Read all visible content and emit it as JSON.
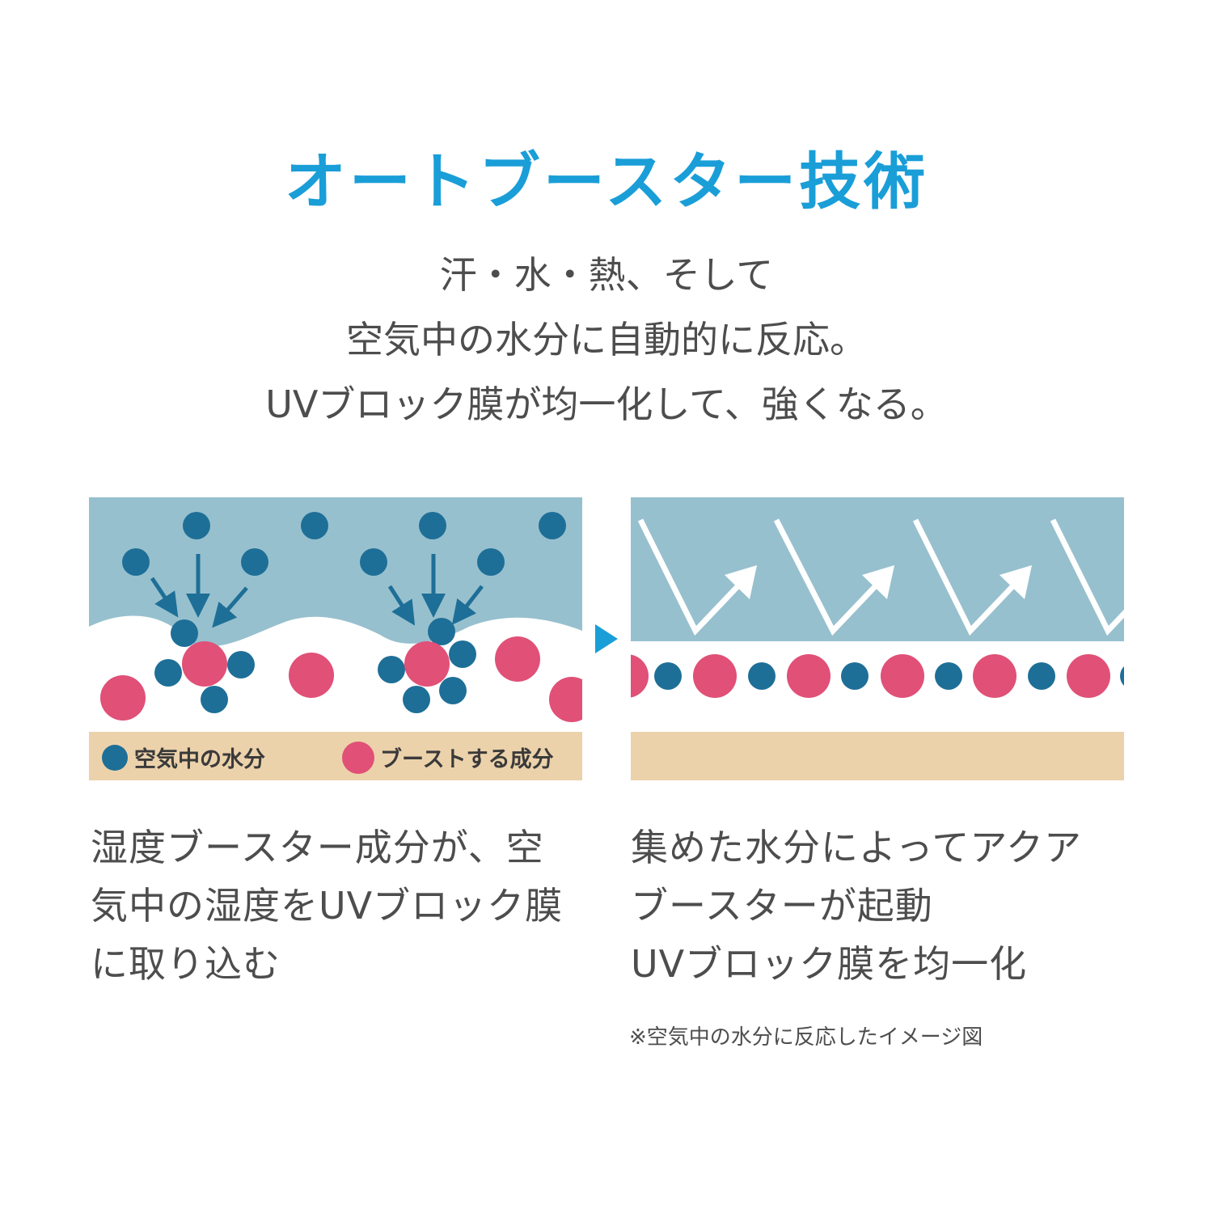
{
  "title": "オートブースター技術",
  "lead": [
    "汗・水・熱、そして",
    "空気中の水分に自動的に反応。",
    "UVブロック膜が均一化して、強くなる。"
  ],
  "legend": {
    "water": "空気中の水分",
    "boost": "ブーストする成分"
  },
  "colors": {
    "title": "#1a9ed8",
    "sky": "#97c0ce",
    "water_dot": "#1e6f97",
    "boost_dot": "#e05077",
    "skin": "#ecd2ab",
    "arrow_step": "#1a9ed8"
  },
  "captions": {
    "left": [
      "湿度ブースター成分が、空",
      "気中の湿度をUVブロック膜",
      "に取り込む"
    ],
    "right": [
      "集めた水分によってアクア",
      "ブースターが起動",
      "UVブロック膜を均一化"
    ]
  },
  "note": "※空気中の水分に反応したイメージ図"
}
